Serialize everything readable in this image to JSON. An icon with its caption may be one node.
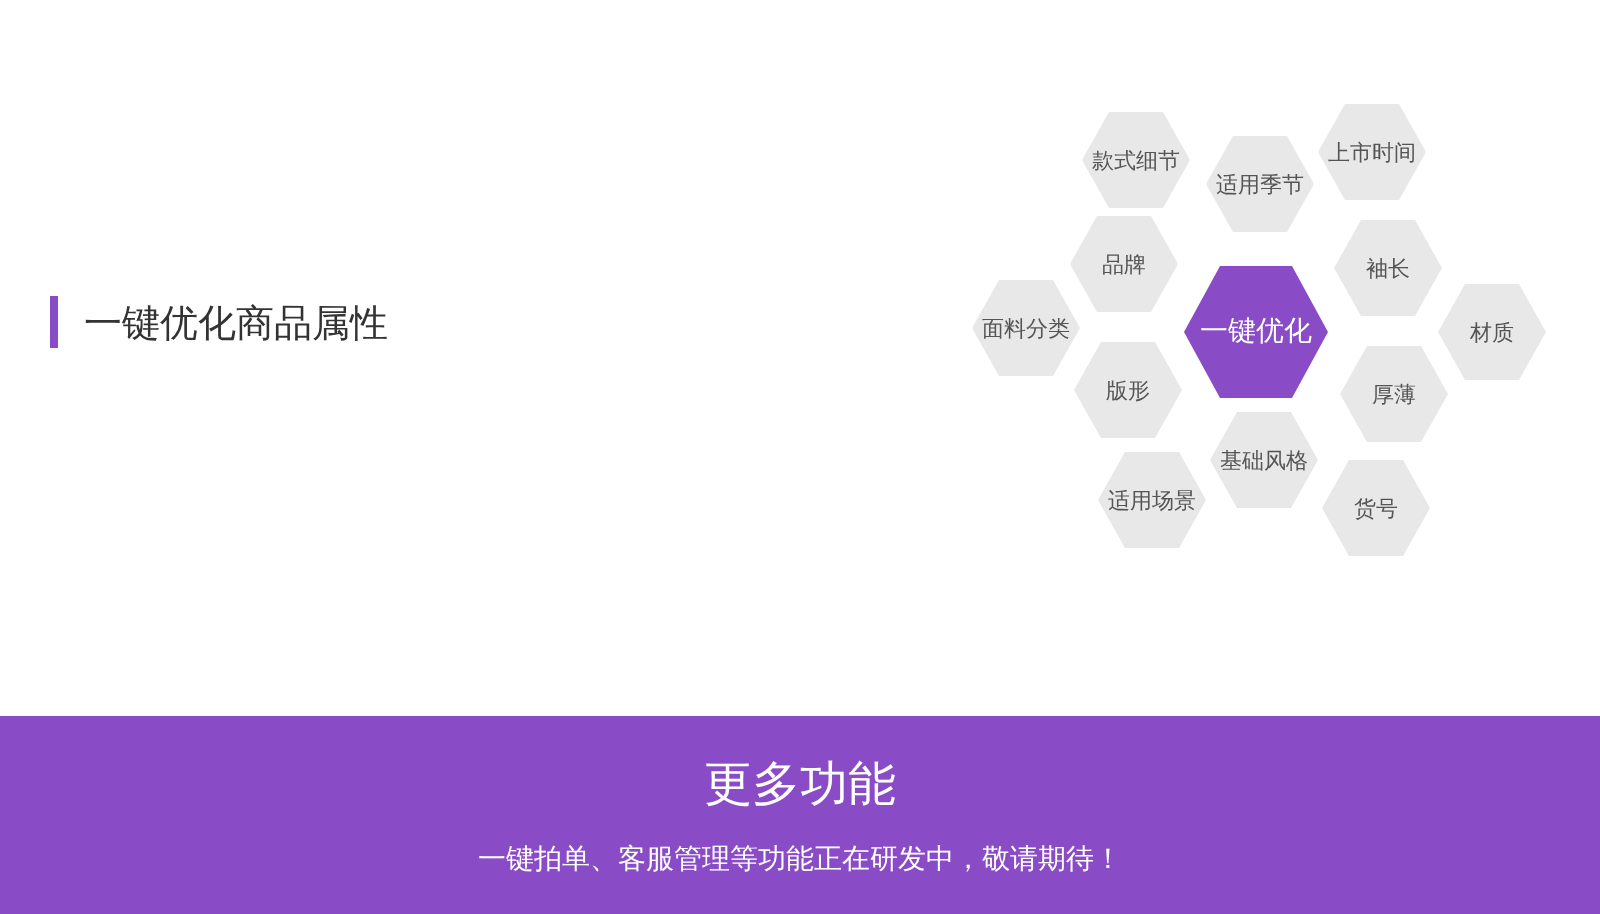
{
  "diagram": {
    "title": "一键优化商品属性",
    "nodes": [
      {
        "text": [
          "款式细节"
        ]
      },
      {
        "text": [
          "上市时间"
        ]
      },
      {
        "text": [
          "适用季节"
        ]
      },
      {
        "text": [
          "品牌"
        ]
      },
      {
        "text": [
          "袖长"
        ]
      },
      {
        "text": [
          "面料分类"
        ]
      },
      {
        "text": [
          "一键优化"
        ]
      },
      {
        "text": [
          "材质"
        ]
      },
      {
        "text": [
          "版形"
        ]
      },
      {
        "text": [
          "厚薄"
        ]
      },
      {
        "text": [
          "基础风格"
        ]
      },
      {
        "text": [
          "适用场景"
        ]
      },
      {
        "text": [
          "货号"
        ]
      }
    ],
    "edges": [],
    "labels": [
      "更多功能",
      "一键拍单、客服管理等功能正在研发中，敬请期待！"
    ]
  }
}
